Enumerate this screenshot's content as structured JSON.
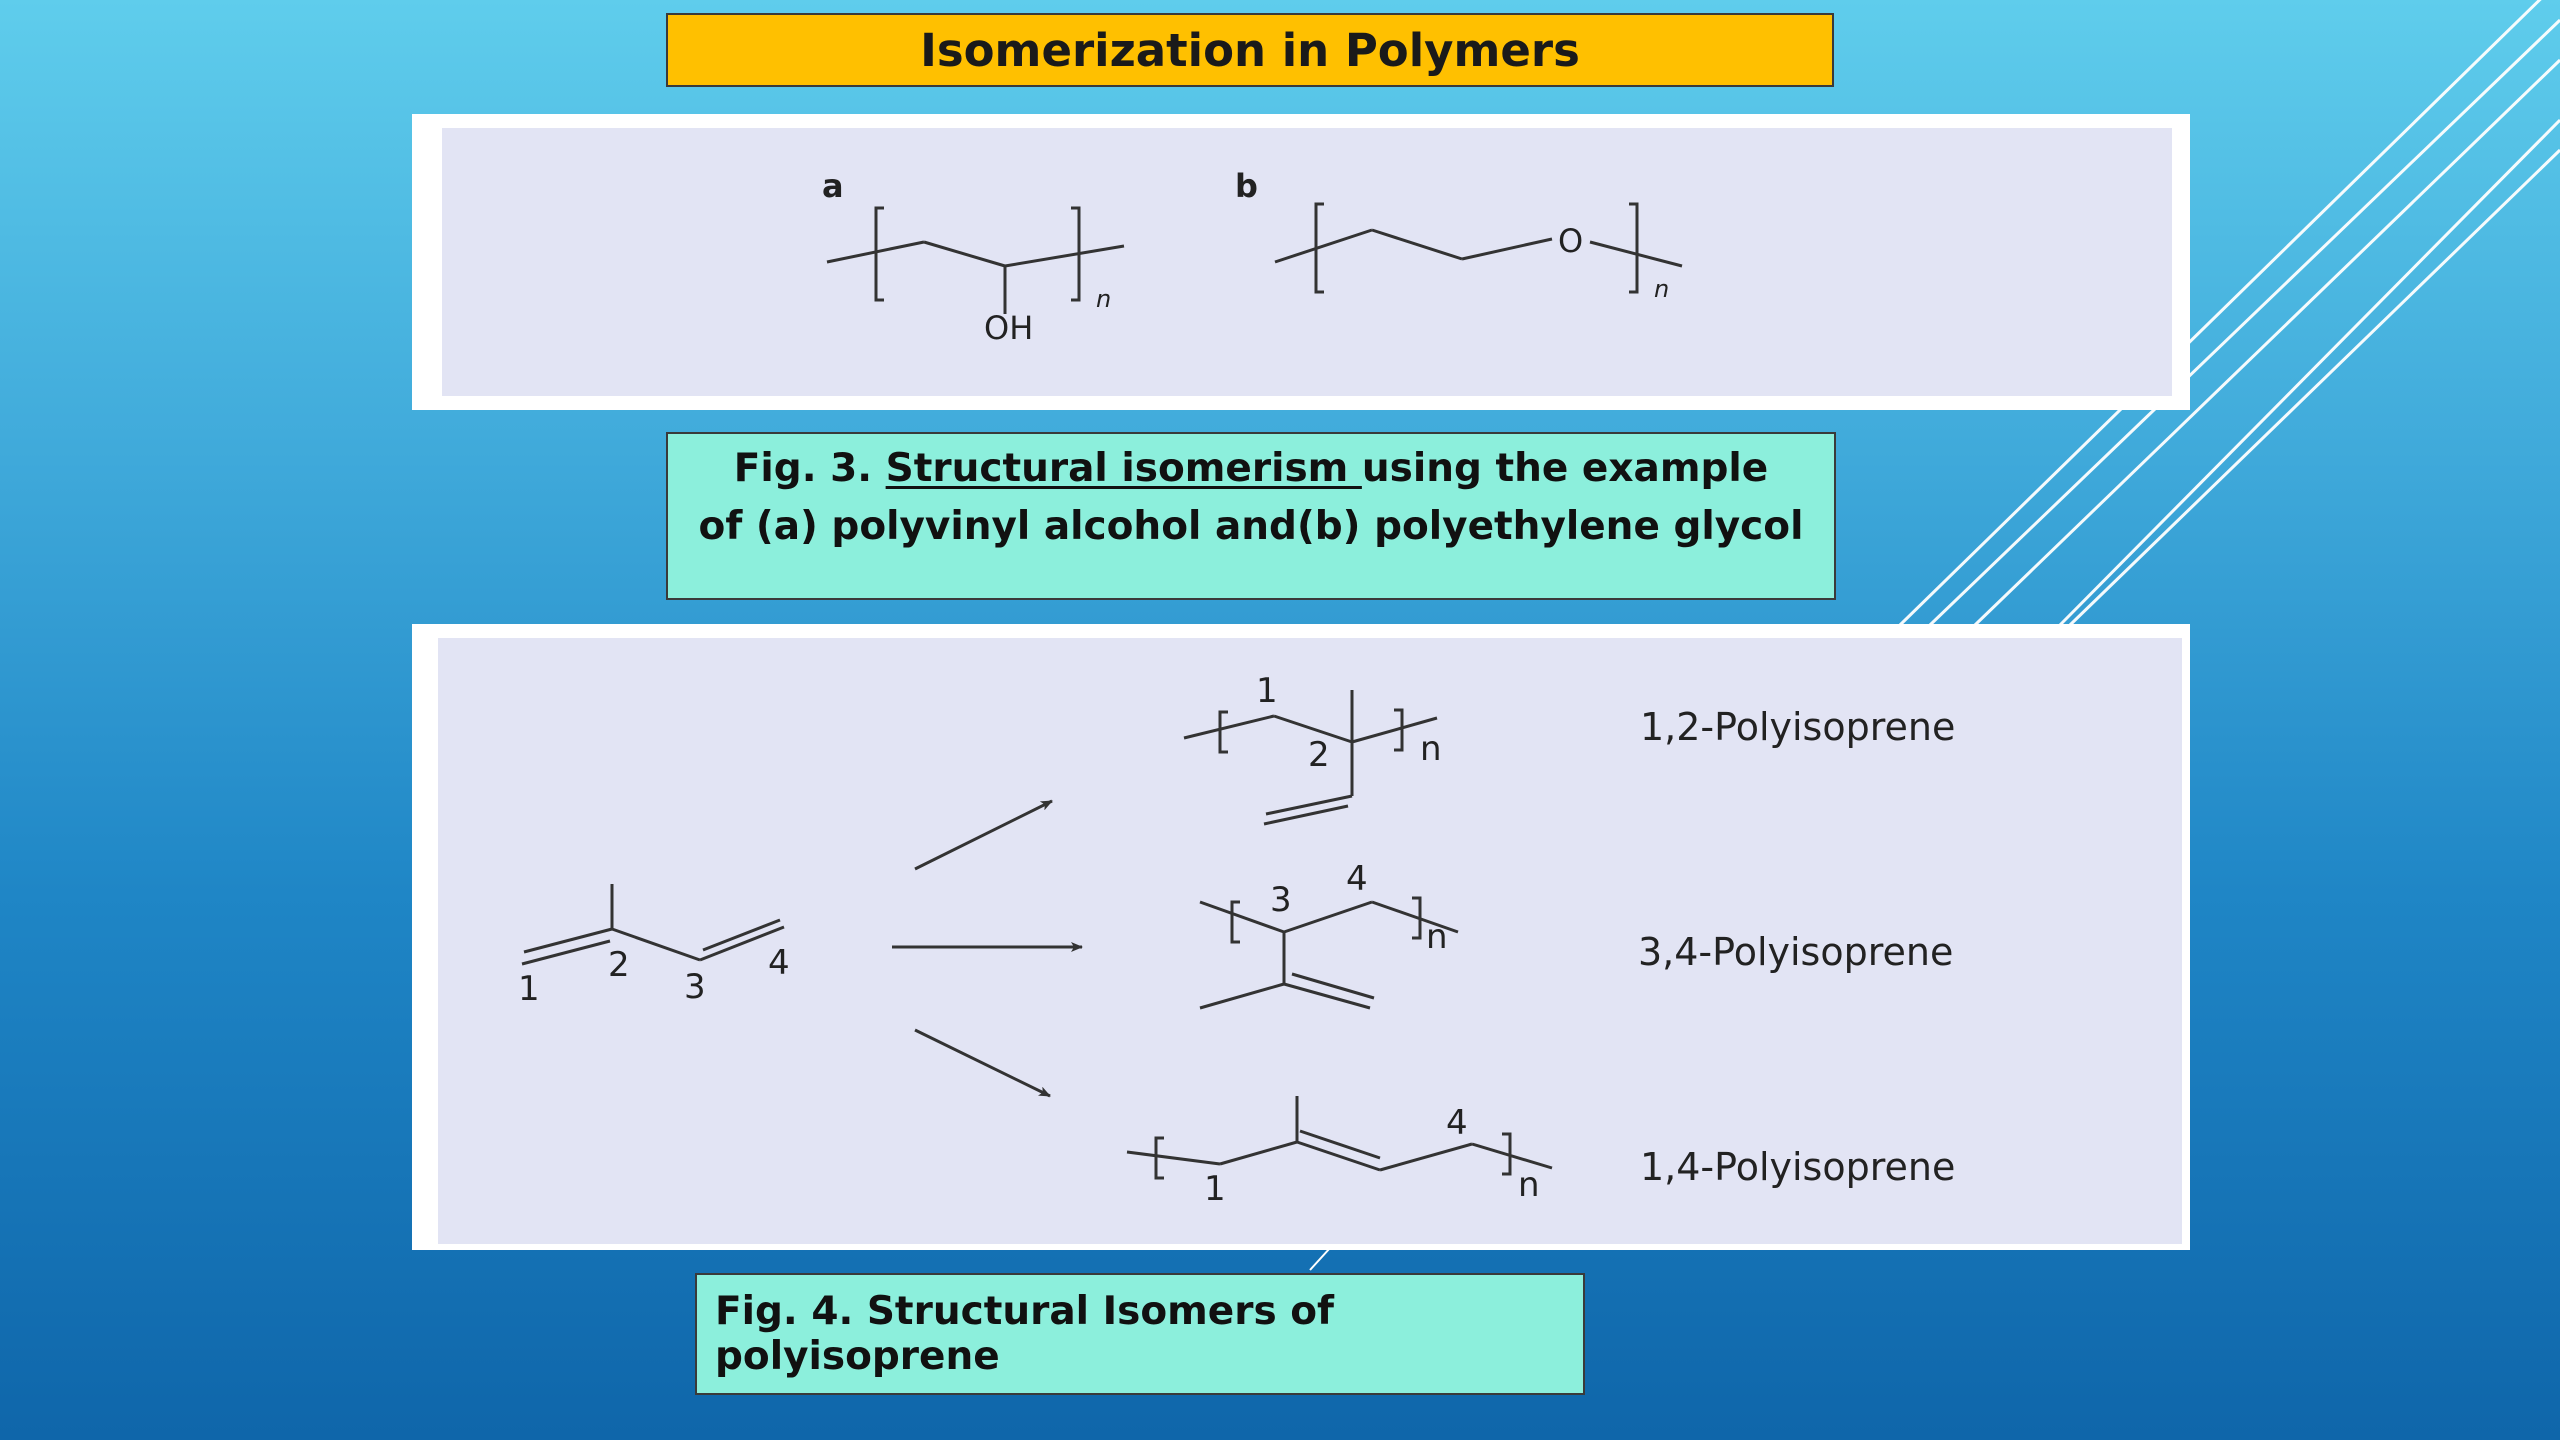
{
  "slide_title": "Isomerization in Polymers",
  "fig3": {
    "label_a": "a",
    "label_b": "b",
    "oh": "OH",
    "o": "O",
    "n": "n",
    "caption_prefix": "Fig. 3. ",
    "caption_underlined": "Structural isomerism ",
    "caption_line1_rest": "using the example",
    "caption_line2": "of (a) polyvinyl alcohol and(b) polyethylene glycol"
  },
  "fig4": {
    "monomer_numbers": [
      "1",
      "2",
      "3",
      "4"
    ],
    "products": [
      {
        "name": "1,2-Polyisoprene",
        "numbers": [
          "1",
          "2"
        ],
        "n": "n"
      },
      {
        "name": "3,4-Polyisoprene",
        "numbers": [
          "3",
          "4"
        ],
        "n": "n"
      },
      {
        "name": "1,4-Polyisoprene",
        "numbers": [
          "1",
          "4"
        ],
        "n": "n"
      }
    ],
    "caption": "Fig. 4. Structural Isomers of polyisoprene"
  },
  "colors": {
    "title_bg": "#ffc000",
    "caption_bg": "#8cefdc",
    "panel_bg": "#e2e4f4",
    "background_top": "#5fcdec",
    "background_bottom": "#0f66aa"
  }
}
